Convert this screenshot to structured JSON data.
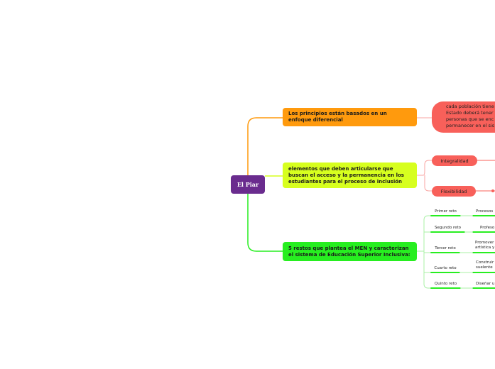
{
  "root": {
    "label": "El Piar"
  },
  "branches": [
    {
      "label": "Los principios están basados en un enfoque diferencial",
      "note": [
        "cada población tiene",
        "Estado deberá tener",
        "personas que se enc",
        "permanecer en el sis"
      ]
    },
    {
      "label": "elementos que deben articularse que buscan el acceso y la permanencia en los estudiantes para el proceso de inclusión",
      "children": [
        "Integralidad",
        "Flexibilidad"
      ]
    },
    {
      "label": "5 restos que plantea el MEN y caracterizan el sistema de Educación Superior Inclusiva:",
      "retos": [
        {
          "name": "Primer reto",
          "detail": [
            "Procesos"
          ]
        },
        {
          "name": "Segundo reto",
          "detail": [
            "Profeso"
          ]
        },
        {
          "name": "Tercer reto",
          "detail": [
            "Promover",
            "artística y"
          ]
        },
        {
          "name": "Cuarto reto",
          "detail": [
            "Construir",
            "suelente"
          ]
        },
        {
          "name": "Quinto reto",
          "detail": [
            "Diseñar u"
          ]
        }
      ]
    }
  ],
  "colors": {
    "root": "#6a2c8e",
    "branch1": "#ff9a0d",
    "branch2": "#d7ff1f",
    "branch3": "#27ee20",
    "sub": "#f8605a",
    "reto_line": "#27ee20"
  }
}
